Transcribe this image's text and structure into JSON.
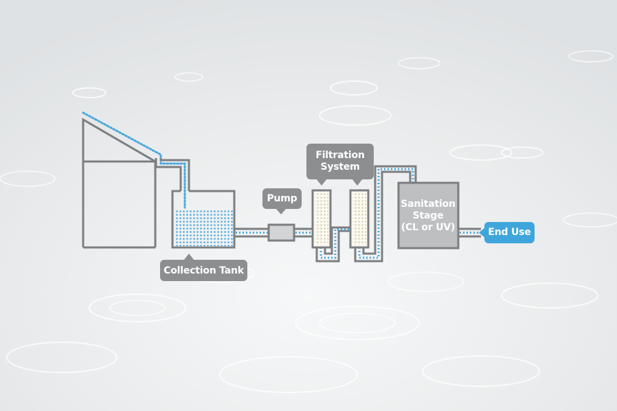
{
  "labels": {
    "collection_tank": "Collection Tank",
    "pump": "Pump",
    "filtration_line1": "Filtration",
    "filtration_line2": "System",
    "sanitation_line1": "Sanitation",
    "sanitation_line2": "Stage",
    "sanitation_line3": "(CL or UV)",
    "end_use": "End Use"
  },
  "colors": {
    "outline": "#7c7e80",
    "water": "#4aa8dc",
    "gray_callout": "#8c8e90",
    "blue_callout": "#3fa6db",
    "filter_media": "#d8cba6",
    "background": "#eef0f1"
  },
  "icons": {
    "house": "house-outline-icon",
    "tank": "collection-tank-icon",
    "pump": "pump-icon",
    "filters": "filter-cartridge-icon",
    "sanitation": "sanitation-tank-icon"
  }
}
